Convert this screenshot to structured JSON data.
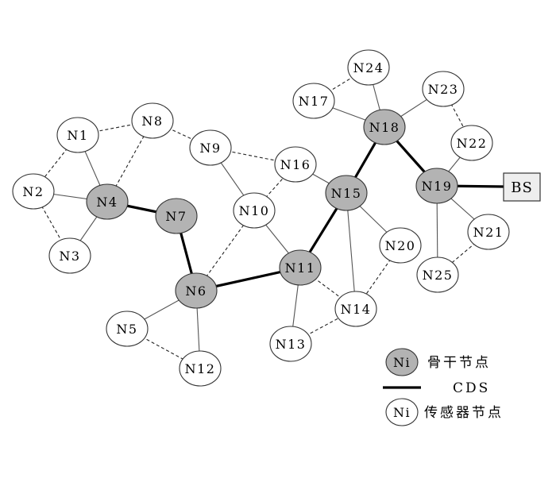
{
  "diagram": {
    "nodes": [
      {
        "id": "N1",
        "type": "sensor"
      },
      {
        "id": "N2",
        "type": "sensor"
      },
      {
        "id": "N3",
        "type": "sensor"
      },
      {
        "id": "N4",
        "type": "backbone"
      },
      {
        "id": "N5",
        "type": "sensor"
      },
      {
        "id": "N6",
        "type": "backbone"
      },
      {
        "id": "N7",
        "type": "backbone"
      },
      {
        "id": "N8",
        "type": "sensor"
      },
      {
        "id": "N9",
        "type": "sensor"
      },
      {
        "id": "N10",
        "type": "sensor"
      },
      {
        "id": "N11",
        "type": "backbone"
      },
      {
        "id": "N12",
        "type": "sensor"
      },
      {
        "id": "N13",
        "type": "sensor"
      },
      {
        "id": "N14",
        "type": "sensor"
      },
      {
        "id": "N15",
        "type": "backbone"
      },
      {
        "id": "N16",
        "type": "sensor"
      },
      {
        "id": "N17",
        "type": "sensor"
      },
      {
        "id": "N18",
        "type": "backbone"
      },
      {
        "id": "N19",
        "type": "backbone"
      },
      {
        "id": "N20",
        "type": "sensor"
      },
      {
        "id": "N21",
        "type": "sensor"
      },
      {
        "id": "N22",
        "type": "sensor"
      },
      {
        "id": "N23",
        "type": "sensor"
      },
      {
        "id": "N24",
        "type": "sensor"
      },
      {
        "id": "N25",
        "type": "sensor"
      }
    ],
    "base_station": "BS",
    "edges": [
      {
        "from": "N1",
        "to": "N4",
        "style": "solid"
      },
      {
        "from": "N1",
        "to": "N2",
        "style": "dashed"
      },
      {
        "from": "N1",
        "to": "N8",
        "style": "dashed"
      },
      {
        "from": "N2",
        "to": "N4",
        "style": "solid"
      },
      {
        "from": "N2",
        "to": "N3",
        "style": "dashed"
      },
      {
        "from": "N3",
        "to": "N4",
        "style": "solid"
      },
      {
        "from": "N4",
        "to": "N8",
        "style": "dashed"
      },
      {
        "from": "N4",
        "to": "N7",
        "style": "cds"
      },
      {
        "from": "N8",
        "to": "N9",
        "style": "dashed"
      },
      {
        "from": "N7",
        "to": "N6",
        "style": "cds"
      },
      {
        "from": "N6",
        "to": "N11",
        "style": "cds"
      },
      {
        "from": "N6",
        "to": "N5",
        "style": "solid"
      },
      {
        "from": "N6",
        "to": "N12",
        "style": "solid"
      },
      {
        "from": "N5",
        "to": "N12",
        "style": "dashed"
      },
      {
        "from": "N6",
        "to": "N10",
        "style": "dashed"
      },
      {
        "from": "N9",
        "to": "N10",
        "style": "solid"
      },
      {
        "from": "N9",
        "to": "N16",
        "style": "dashed"
      },
      {
        "from": "N10",
        "to": "N16",
        "style": "dashed"
      },
      {
        "from": "N10",
        "to": "N11",
        "style": "solid"
      },
      {
        "from": "N16",
        "to": "N15",
        "style": "solid"
      },
      {
        "from": "N11",
        "to": "N15",
        "style": "cds"
      },
      {
        "from": "N11",
        "to": "N13",
        "style": "solid"
      },
      {
        "from": "N11",
        "to": "N14",
        "style": "dashed"
      },
      {
        "from": "N13",
        "to": "N14",
        "style": "dashed"
      },
      {
        "from": "N15",
        "to": "N14",
        "style": "solid"
      },
      {
        "from": "N15",
        "to": "N20",
        "style": "solid"
      },
      {
        "from": "N20",
        "to": "N14",
        "style": "dashed"
      },
      {
        "from": "N15",
        "to": "N18",
        "style": "cds"
      },
      {
        "from": "N18",
        "to": "N17",
        "style": "solid"
      },
      {
        "from": "N18",
        "to": "N24",
        "style": "solid"
      },
      {
        "from": "N17",
        "to": "N24",
        "style": "dashed"
      },
      {
        "from": "N18",
        "to": "N23",
        "style": "solid"
      },
      {
        "from": "N18",
        "to": "N19",
        "style": "cds"
      },
      {
        "from": "N23",
        "to": "N22",
        "style": "dashed"
      },
      {
        "from": "N19",
        "to": "N22",
        "style": "solid"
      },
      {
        "from": "N19",
        "to": "N21",
        "style": "solid"
      },
      {
        "from": "N19",
        "to": "N25",
        "style": "solid"
      },
      {
        "from": "N21",
        "to": "N25",
        "style": "dashed"
      },
      {
        "from": "N19",
        "to": "BS",
        "style": "cds"
      }
    ]
  },
  "legend": {
    "backbone_symbol": "Ni",
    "backbone_label": "骨干节点",
    "cds_label": "CDS",
    "sensor_symbol": "Ni",
    "sensor_label": "传感器节点"
  },
  "colors": {
    "backbone_fill": "#b3b3b3",
    "sensor_fill": "#ffffff",
    "cds_stroke": "#000000",
    "bs_fill": "#eeeeee"
  }
}
